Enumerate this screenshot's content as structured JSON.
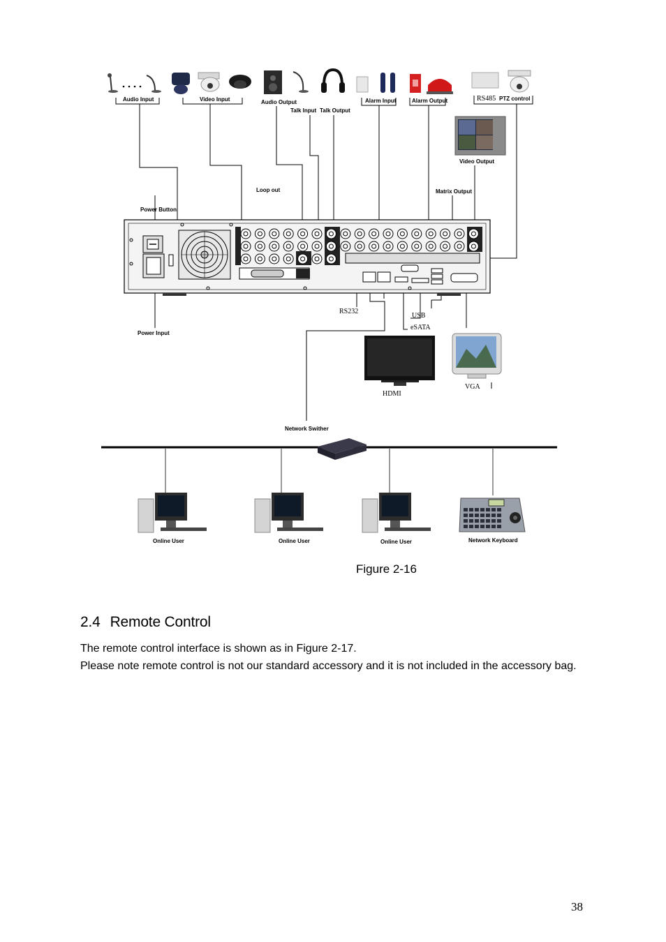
{
  "figure": {
    "caption": "Figure 2-16",
    "labels": {
      "audio_input": "Audio Input",
      "video_input": "Video Input",
      "audio_output": "Audio Output",
      "talk_input": "Talk Input",
      "talk_output": "Talk Output",
      "alarm_input": "Alarm Input",
      "alarm_output": "Alarm Output",
      "rs485": "RS485",
      "ptz_control": "PTZ control",
      "video_output": "Video Output",
      "loop_out": "Loop out",
      "matrix_output": "Matrix Output",
      "power_button": "Power Button",
      "power_input": "Power Input",
      "rs232": "RS232",
      "usb": "USB",
      "esata": "eSATA",
      "hdmi": "HDMI",
      "vga": "VGA",
      "network_switcher": "Network Swither",
      "online_user": "Online User",
      "network_keyboard": "Network Keyboard"
    }
  },
  "section": {
    "number": "2.4",
    "title": "Remote Control"
  },
  "paragraphs": [
    "The remote control interface is shown as in Figure 2-17.",
    "Please note remote control is not our standard accessory and it is not included in the accessory bag."
  ],
  "page_number": "38"
}
